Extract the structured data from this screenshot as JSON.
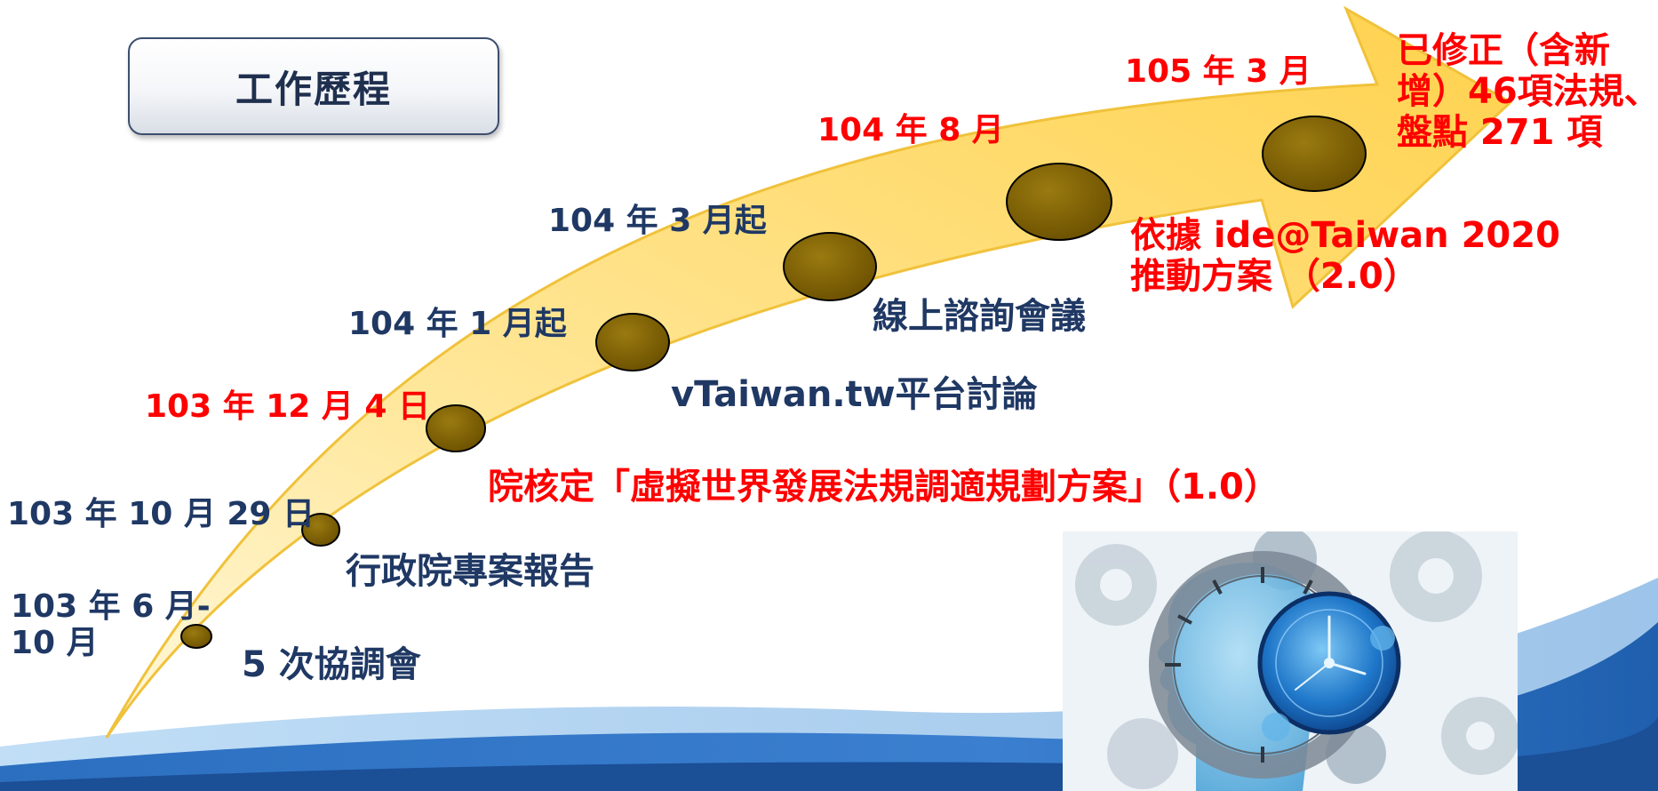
{
  "title": "工作歷程",
  "milestones": [
    {
      "date": "103 年 6 月-\n10 月",
      "event": "5 次協調會"
    },
    {
      "date": "103 年 10 月 29 日",
      "event": "行政院專案報告"
    },
    {
      "date": "103 年 12 月 4 日",
      "event": "院核定「虛擬世界發展法規調適規劃方案」（1.0）"
    },
    {
      "date": "104 年 1 月起",
      "event": "vTaiwan.tw平台討論"
    },
    {
      "date": "104 年 3 月起",
      "event": "線上諮詢會議"
    },
    {
      "date": "104 年 8 月",
      "event": "依據 ide@Taiwan 2020\n推動方案 （2.0）"
    },
    {
      "date": "105 年 3 月",
      "event": "已修正（含新\n增）46項法規、\n盤點 271 項"
    }
  ],
  "colors": {
    "navy_text": "#1f3864",
    "red_text": "#ff0000",
    "arrow_fill": "#ffd966",
    "milestone_dot": "#7f6000"
  },
  "decoration": {
    "icon": "clock-gears-head-icon"
  }
}
